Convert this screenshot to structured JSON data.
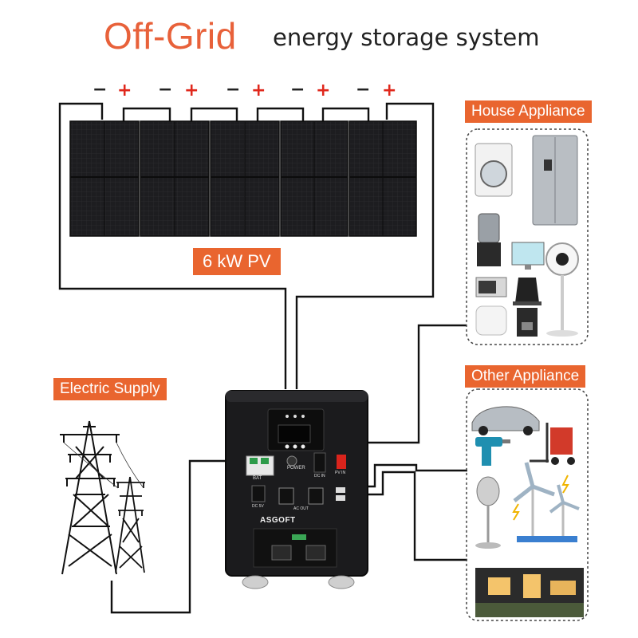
{
  "title": {
    "main": "Off-Grid",
    "sub": "energy storage system"
  },
  "pv": {
    "label": "6 kW PV",
    "panel_count": 5,
    "polarity": {
      "negative": "−",
      "positive": "+"
    }
  },
  "labels": {
    "electric_supply": "Electric Supply",
    "house_appliance": "House Appliance",
    "other_appliance": "Other Appliance"
  },
  "inverter": {
    "brand": "ASGOFT",
    "power_label": "POWER",
    "bat_label": "BAT",
    "dc_in_label": "DC IN",
    "pv_in_label": "PV IN",
    "dc_out_label": "DC 5V",
    "ac_out_label": "AC OUT"
  },
  "house_appliances": [
    "washing-machine-icon",
    "refrigerator-icon",
    "blender-icon",
    "monitor-icon",
    "fan-icon",
    "microwave-icon",
    "kettle-icon",
    "router-icon",
    "coffee-maker-icon"
  ],
  "other_appliances": [
    "car-icon",
    "drill-icon",
    "forklift-icon",
    "microphone-icon",
    "wind-turbine-icon",
    "house-icon"
  ],
  "colors": {
    "accent": "#e9652f",
    "title": "#e8613a",
    "positive": "#e0281c",
    "wire": "#111111",
    "panel": "#1c1c1e"
  }
}
